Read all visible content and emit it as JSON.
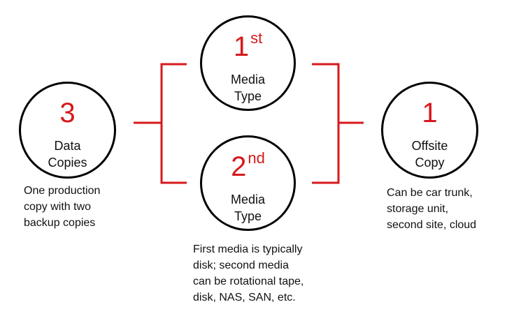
{
  "colors": {
    "accent_red": "#d7191c",
    "outline_black": "#000000",
    "text": "#111111",
    "background": "#ffffff"
  },
  "nodes": {
    "copies": {
      "number": "3",
      "line1": "Data",
      "line2": "Copies"
    },
    "media1": {
      "number": "1",
      "suffix": "st",
      "line1": "Media",
      "line2": "Type"
    },
    "media2": {
      "number": "2",
      "suffix": "nd",
      "line1": "Media",
      "line2": "Type"
    },
    "offsite": {
      "number": "1",
      "line1": "Offsite",
      "line2": "Copy"
    }
  },
  "captions": {
    "copies": [
      "One production",
      "copy with two",
      "backup copies"
    ],
    "media": [
      "First media is typically",
      "disk; second media",
      "can be rotational tape,",
      "disk, NAS, SAN, etc."
    ],
    "offsite": [
      "Can be car trunk,",
      "storage unit,",
      "second site, cloud"
    ]
  }
}
